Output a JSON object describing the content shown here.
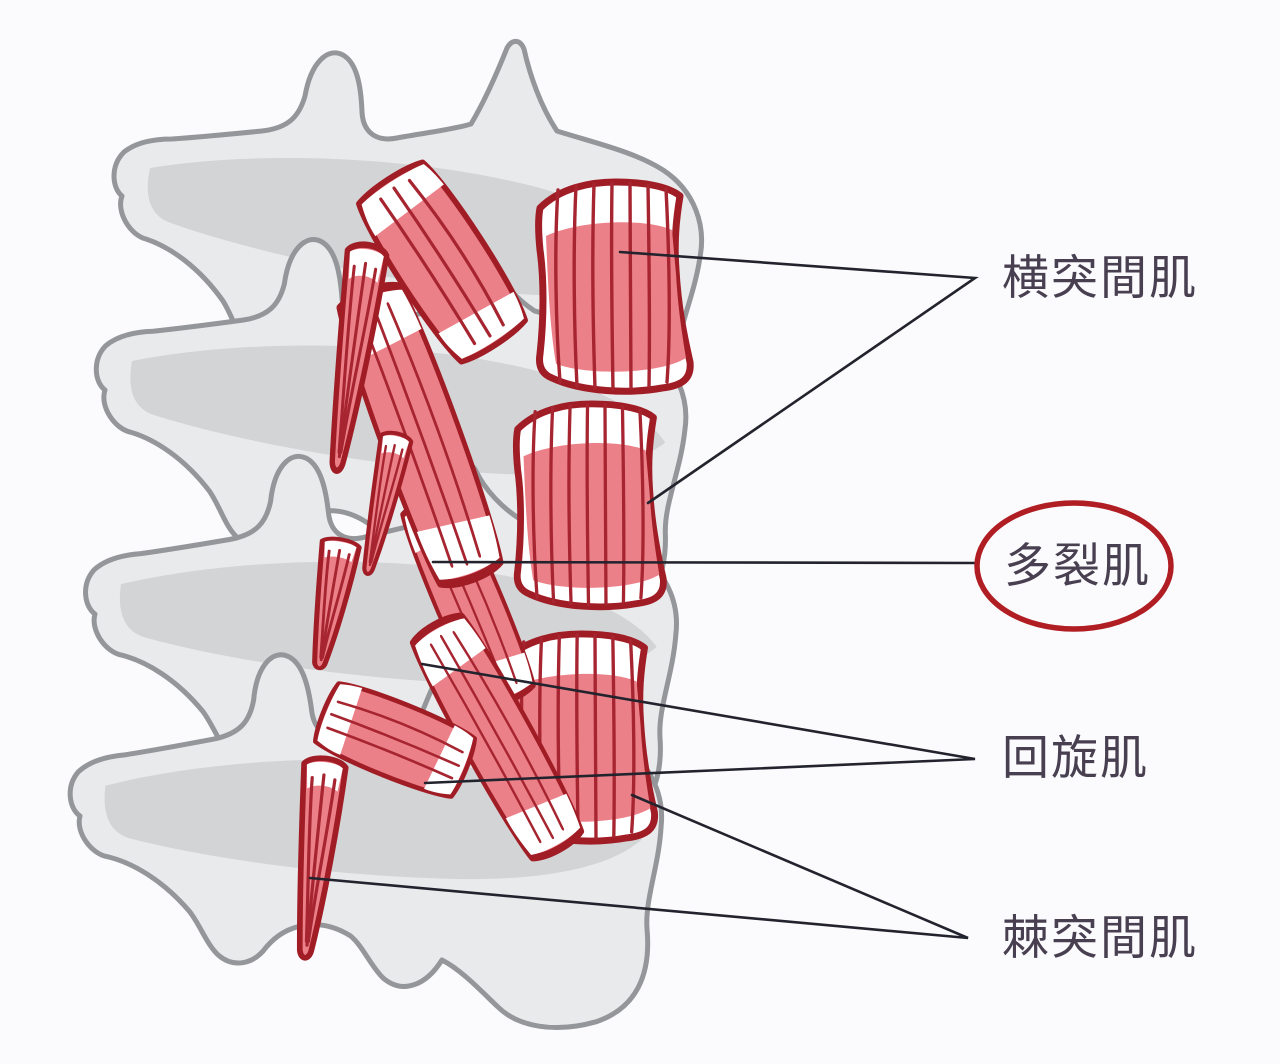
{
  "figure": {
    "type": "labeled-anatomical-diagram",
    "labels": {
      "intertransversarii": "横突間肌",
      "multifidus": "多裂肌",
      "rotatores": "回旋肌",
      "interspinales": "棘突間肌"
    },
    "emphasized_label": "多裂肌"
  },
  "colors": {
    "bg": "#fbfbfd",
    "bone_fill": "#e9eaec",
    "bone_stroke": "#94969a",
    "bone_shade": "#cdced1",
    "muscle_fill": "#ec8089",
    "muscle_stroke": "#a01d26",
    "muscle_fiber": "#a62530",
    "muscle_light": "#ffffff",
    "line": "#23232e",
    "text": "#483f50",
    "ellipse": "#b01e24"
  }
}
